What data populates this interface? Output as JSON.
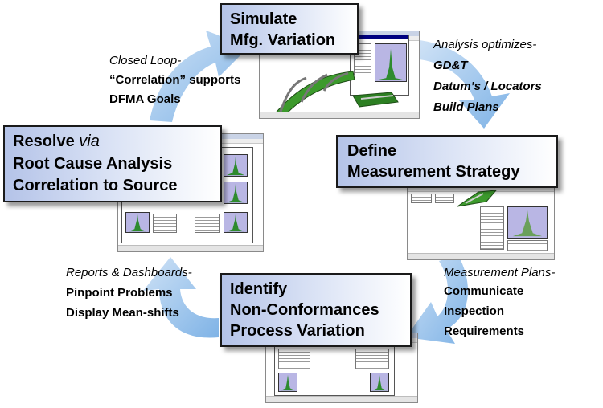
{
  "boxes": {
    "simulate": {
      "line1": "Simulate",
      "line2": "Mfg. Variation"
    },
    "define": {
      "line1": "Define",
      "line2": "Measurement Strategy"
    },
    "identify": {
      "line1": "Identify",
      "line2": "Non-Conformances",
      "line3": "Process Variation"
    },
    "resolve": {
      "word": "Resolve",
      "via": "via",
      "line2": "Root Cause Analysis",
      "line3": "Correlation to Source"
    }
  },
  "notes": {
    "closed_loop": {
      "line1": "Closed Loop-",
      "line2": "“Correlation” supports",
      "line3": "DFMA Goals"
    },
    "analysis": {
      "line1": "Analysis optimizes-",
      "line2": "GD&T",
      "line3": "Datum’s / Locators",
      "line4": "Build Plans"
    },
    "measurement": {
      "line1": "Measurement Plans-",
      "line2": "Communicate",
      "line3": "Inspection",
      "line4": "Requirements"
    },
    "reports": {
      "line1": "Reports & Dashboards-",
      "line2": "Pinpoint Problems",
      "line3": "Display Mean-shifts"
    }
  },
  "colors": {
    "arrow": "#8fbdea",
    "arrow_light": "#cfe2f6",
    "box_fill_left": "#b4c3e8",
    "plot_fill": "#b9b6e4",
    "histogram": "#2e8b2e",
    "part_green": "#3c9a2c"
  }
}
